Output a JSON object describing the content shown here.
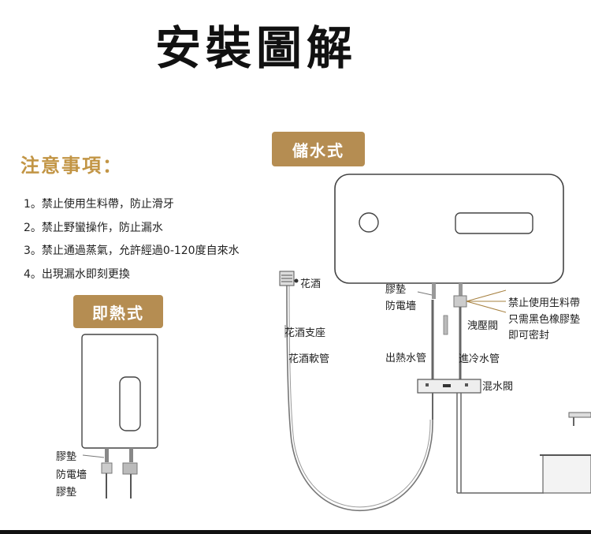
{
  "title": "安裝圖解",
  "notice": {
    "heading": "注意事項：",
    "items": [
      "1。禁止使用生料帶，防止滑牙",
      "2。禁止野蠻操作，防止漏水",
      "3。禁止通過蒸氣，允許經過0-120度自來水",
      "4。出現漏水即刻更換"
    ]
  },
  "instant": {
    "badge": "即熱式",
    "labels": {
      "gasket_top": "膠墊",
      "anti_shock": "防電墻",
      "gasket_bottom": "膠墊"
    }
  },
  "storage": {
    "badge": "儲水式",
    "labels": {
      "shower": "花酒",
      "shower_holder": "花酒支座",
      "shower_hose": "花酒軟管",
      "gasket": "膠墊",
      "anti_shock": "防電墻",
      "hot_out": "出熱水管",
      "cold_in": "進冷水管",
      "relief_valve": "洩壓閥",
      "mix_valve": "混水閥",
      "note_line1": "禁止使用生料帶",
      "note_line2": "只需黑色橡膠墊",
      "note_line3": "即可密封"
    }
  },
  "colors": {
    "gold": "#b58d52",
    "heading_gold": "#c29545",
    "line": "#555555"
  }
}
